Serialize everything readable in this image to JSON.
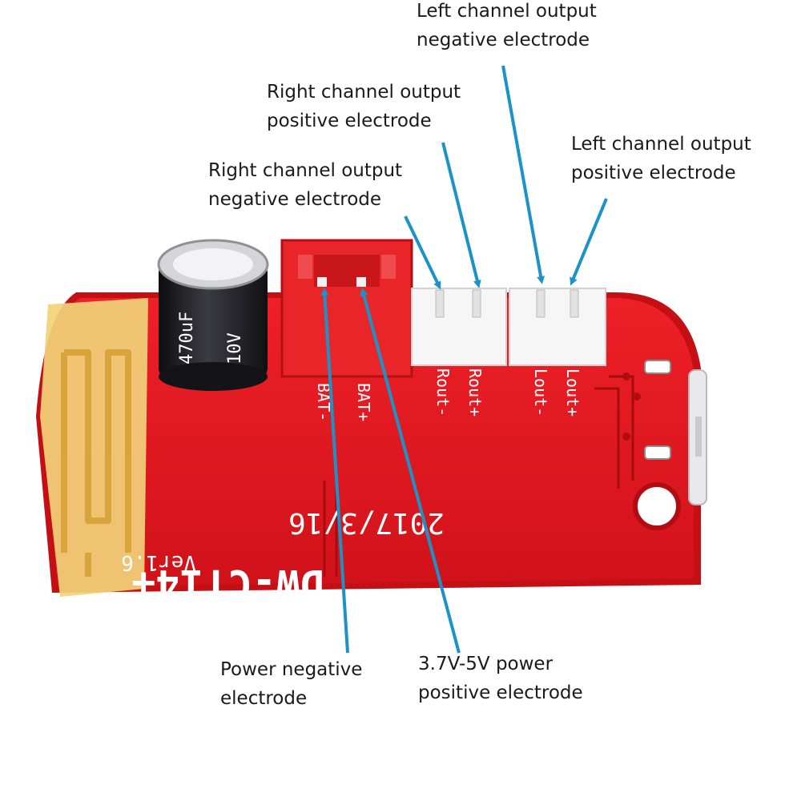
{
  "labels": {
    "left_out_neg": {
      "line1": "Left channel output",
      "line2": "negative electrode"
    },
    "right_out_pos": {
      "line1": "Right channel output",
      "line2": "positive electrode"
    },
    "left_out_pos": {
      "line1": "Left channel output",
      "line2": "positive electrode"
    },
    "right_out_neg": {
      "line1": "Right channel output",
      "line2": "negative electrode"
    },
    "power_neg": {
      "line1": "Power negative",
      "line2": "electrode"
    },
    "power_pos": {
      "line1": "3.7V-5V power",
      "line2": "positive electrode"
    }
  },
  "board": {
    "model": "DW-CT14+",
    "version": "Ver1.6",
    "date": "2017/3/16",
    "capacitor": "470uF",
    "capacitor_voltage": "10V",
    "pins": {
      "bat_neg": "BAT-",
      "bat_pos": "BAT+",
      "rout_neg": "Rout-",
      "rout_pos": "Rout+",
      "lout_neg": "Lout-",
      "lout_pos": "Lout+"
    }
  },
  "colors": {
    "pcb": "#e3141b",
    "pcb_dark": "#b80e12",
    "antenna": "#f1d27a",
    "connector_red": "#e8262a",
    "connector_white": "#f6f6f6",
    "arrow": "#1c93c6",
    "capacitor": "#1e1e22"
  }
}
